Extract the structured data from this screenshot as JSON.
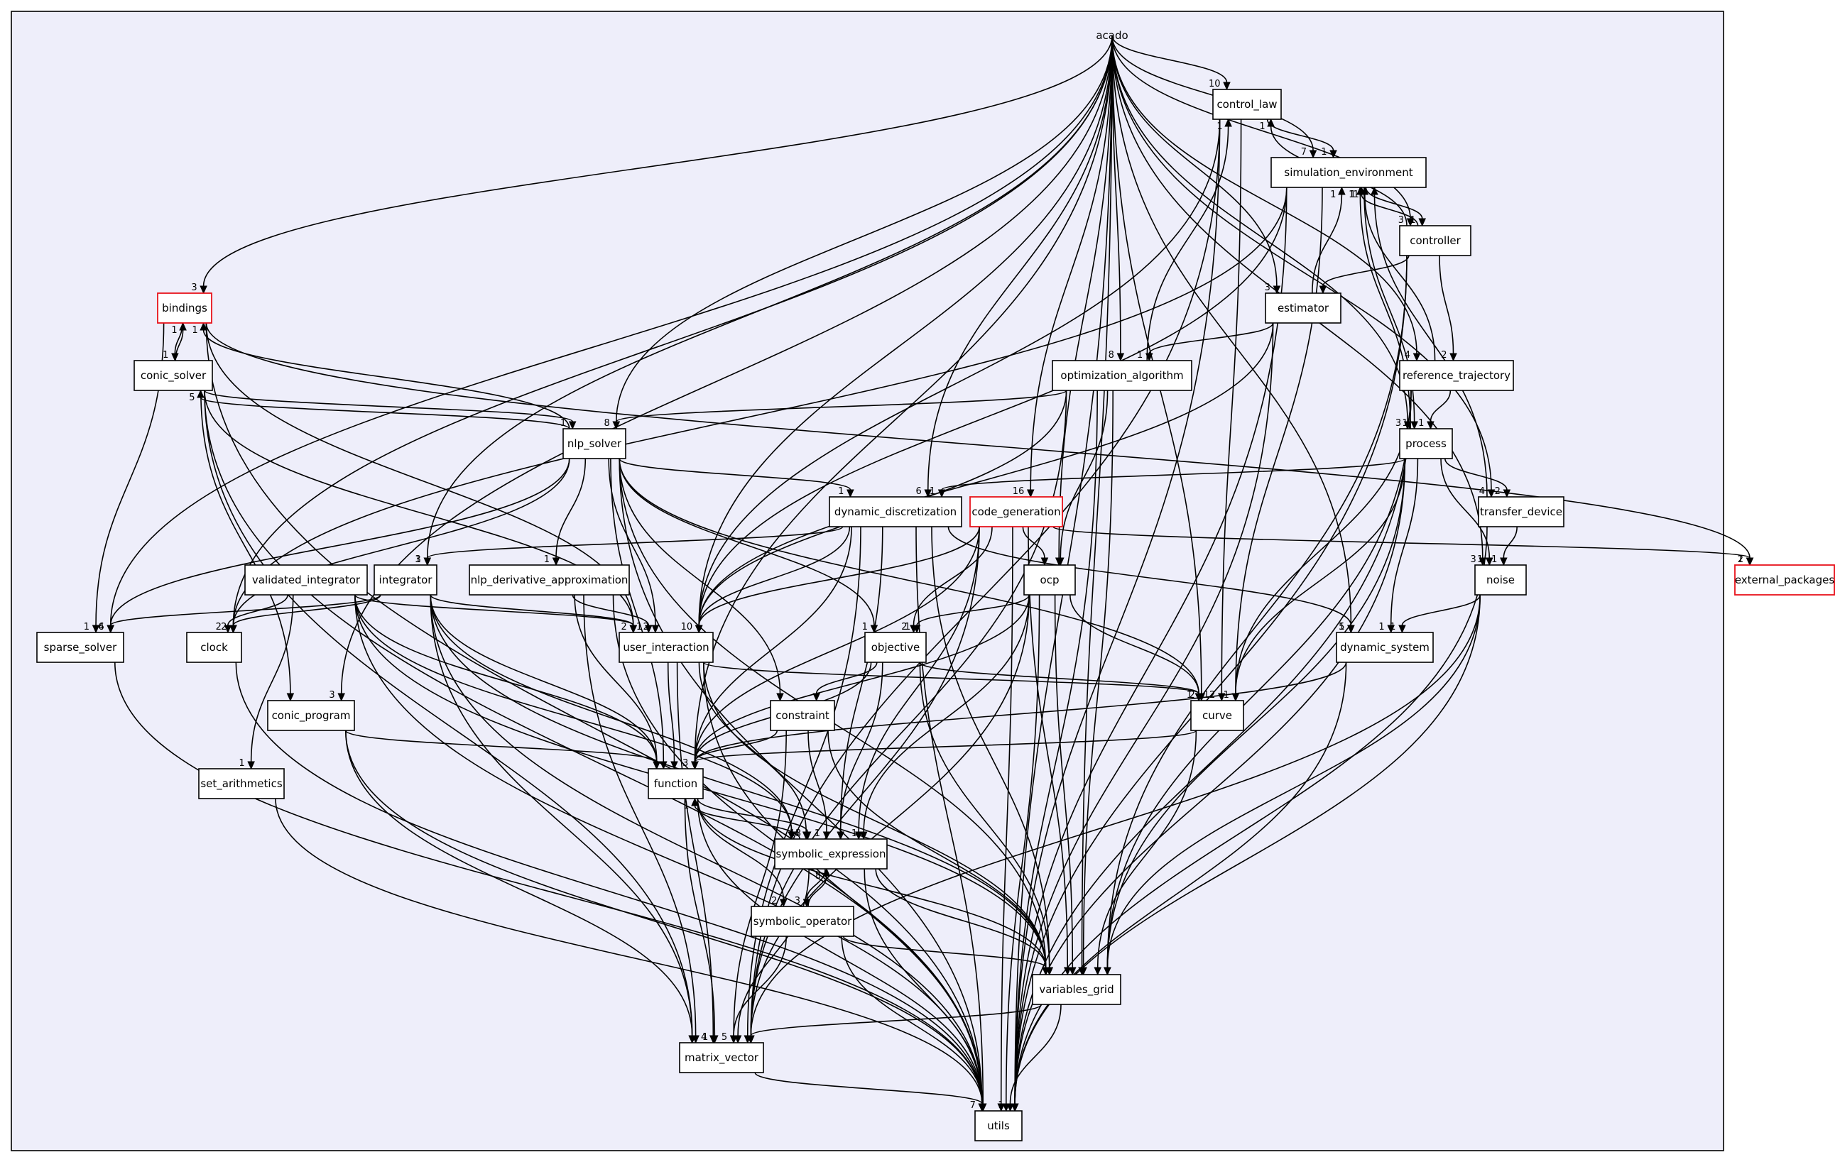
{
  "cluster": {
    "label": "acado"
  },
  "nodes": {
    "control_law": {
      "label": "control_law"
    },
    "simulation_environment": {
      "label": "simulation_environment"
    },
    "controller": {
      "label": "controller"
    },
    "estimator": {
      "label": "estimator"
    },
    "bindings": {
      "label": "bindings",
      "highlight": true
    },
    "conic_solver": {
      "label": "conic_solver"
    },
    "optimization_algorithm": {
      "label": "optimization_algorithm"
    },
    "reference_trajectory": {
      "label": "reference_trajectory"
    },
    "nlp_solver": {
      "label": "nlp_solver"
    },
    "process": {
      "label": "process"
    },
    "dynamic_discretization": {
      "label": "dynamic_discretization"
    },
    "code_generation": {
      "label": "code_generation",
      "highlight": true
    },
    "transfer_device": {
      "label": "transfer_device"
    },
    "validated_integrator": {
      "label": "validated_integrator"
    },
    "integrator": {
      "label": "integrator"
    },
    "nlp_derivative_approximation": {
      "label": "nlp_derivative_approximation"
    },
    "ocp": {
      "label": "ocp"
    },
    "noise": {
      "label": "noise"
    },
    "external_packages": {
      "label": "external_packages",
      "highlight": true
    },
    "sparse_solver": {
      "label": "sparse_solver"
    },
    "clock": {
      "label": "clock"
    },
    "user_interaction": {
      "label": "user_interaction"
    },
    "objective": {
      "label": "objective"
    },
    "dynamic_system": {
      "label": "dynamic_system"
    },
    "conic_program": {
      "label": "conic_program"
    },
    "constraint": {
      "label": "constraint"
    },
    "curve": {
      "label": "curve"
    },
    "set_arithmetics": {
      "label": "set_arithmetics"
    },
    "function": {
      "label": "function"
    },
    "symbolic_expression": {
      "label": "symbolic_expression"
    },
    "symbolic_operator": {
      "label": "symbolic_operator"
    },
    "variables_grid": {
      "label": "variables_grid"
    },
    "matrix_vector": {
      "label": "matrix_vector"
    },
    "utils": {
      "label": "utils"
    }
  },
  "edges": [
    {
      "from": "acado",
      "to": "control_law",
      "label": "10"
    },
    {
      "from": "acado",
      "to": "simulation_environment",
      "label": "7"
    },
    {
      "from": "acado",
      "to": "controller",
      "label": "3"
    },
    {
      "from": "acado",
      "to": "estimator",
      "label": "3"
    },
    {
      "from": "acado",
      "to": "bindings",
      "label": "3"
    },
    {
      "from": "acado",
      "to": "optimization_algorithm",
      "label": "8"
    },
    {
      "from": "acado",
      "to": "reference_trajectory",
      "label": "4"
    },
    {
      "from": "acado",
      "to": "nlp_solver",
      "label": "8"
    },
    {
      "from": "acado",
      "to": "process",
      "label": "3"
    },
    {
      "from": "acado",
      "to": "dynamic_discretization",
      "label": "6"
    },
    {
      "from": "acado",
      "to": "code_generation",
      "label": "16"
    },
    {
      "from": "acado",
      "to": "transfer_device",
      "label": "4"
    },
    {
      "from": "acado",
      "to": "integrator",
      "label": "3"
    },
    {
      "from": "acado",
      "to": "ocp",
      "label": ""
    },
    {
      "from": "acado",
      "to": "noise",
      "label": "3"
    },
    {
      "from": "acado",
      "to": "sparse_solver",
      "label": "4"
    },
    {
      "from": "acado",
      "to": "clock",
      "label": ""
    },
    {
      "from": "acado",
      "to": "user_interaction",
      "label": "10"
    },
    {
      "from": "acado",
      "to": "dynamic_system",
      "label": "5"
    },
    {
      "from": "acado",
      "to": "conic_program",
      "label": "3"
    },
    {
      "from": "acado",
      "to": "curve",
      "label": "2"
    },
    {
      "from": "acado",
      "to": "function",
      "label": ""
    },
    {
      "from": "acado",
      "to": "variables_grid",
      "label": ""
    },
    {
      "from": "acado",
      "to": "utils",
      "label": ""
    },
    {
      "from": "control_law",
      "to": "simulation_environment",
      "label": "1"
    },
    {
      "from": "control_law",
      "to": "user_interaction",
      "label": ""
    },
    {
      "from": "control_law",
      "to": "curve",
      "label": "12"
    },
    {
      "from": "control_law",
      "to": "matrix_vector",
      "label": ""
    },
    {
      "from": "control_law",
      "to": "utils",
      "label": ""
    },
    {
      "from": "simulation_environment",
      "to": "controller",
      "label": "1"
    },
    {
      "from": "simulation_environment",
      "to": "process",
      "label": "1"
    },
    {
      "from": "simulation_environment",
      "to": "clock",
      "label": ""
    },
    {
      "from": "simulation_environment",
      "to": "user_interaction",
      "label": ""
    },
    {
      "from": "simulation_environment",
      "to": "curve",
      "label": ""
    },
    {
      "from": "simulation_environment",
      "to": "utils",
      "label": ""
    },
    {
      "from": "controller",
      "to": "control_law",
      "label": "1"
    },
    {
      "from": "controller",
      "to": "simulation_environment",
      "label": "1"
    },
    {
      "from": "controller",
      "to": "estimator",
      "label": ""
    },
    {
      "from": "controller",
      "to": "reference_trajectory",
      "label": "2"
    },
    {
      "from": "controller",
      "to": "variables_grid",
      "label": ""
    },
    {
      "from": "controller",
      "to": "utils",
      "label": ""
    },
    {
      "from": "estimator",
      "to": "simulation_environment",
      "label": "1"
    },
    {
      "from": "estimator",
      "to": "optimization_algorithm",
      "label": "1"
    },
    {
      "from": "estimator",
      "to": "user_interaction",
      "label": ""
    },
    {
      "from": "estimator",
      "to": "utils",
      "label": ""
    },
    {
      "from": "bindings",
      "to": "conic_solver",
      "label": "1"
    },
    {
      "from": "bindings",
      "to": "sparse_solver",
      "label": "1"
    },
    {
      "from": "bindings",
      "to": "external_packages",
      "label": "1"
    },
    {
      "from": "bindings",
      "to": "user_interaction",
      "label": ""
    },
    {
      "from": "bindings",
      "to": "utils",
      "label": ""
    },
    {
      "from": "conic_solver",
      "to": "bindings",
      "label": "1"
    },
    {
      "from": "conic_solver",
      "to": "nlp_solver",
      "label": "1"
    },
    {
      "from": "conic_solver",
      "to": "conic_program",
      "label": ""
    },
    {
      "from": "conic_solver",
      "to": "user_interaction",
      "label": ""
    },
    {
      "from": "conic_solver",
      "to": "matrix_vector",
      "label": ""
    },
    {
      "from": "conic_solver",
      "to": "utils",
      "label": ""
    },
    {
      "from": "optimization_algorithm",
      "to": "control_law",
      "label": "1"
    },
    {
      "from": "optimization_algorithm",
      "to": "nlp_solver",
      "label": ""
    },
    {
      "from": "optimization_algorithm",
      "to": "user_interaction",
      "label": ""
    },
    {
      "from": "optimization_algorithm",
      "to": "ocp",
      "label": ""
    },
    {
      "from": "optimization_algorithm",
      "to": "variables_grid",
      "label": ""
    },
    {
      "from": "optimization_algorithm",
      "to": "matrix_vector",
      "label": ""
    },
    {
      "from": "optimization_algorithm",
      "to": "utils",
      "label": ""
    },
    {
      "from": "reference_trajectory",
      "to": "simulation_environment",
      "label": "1"
    },
    {
      "from": "reference_trajectory",
      "to": "process",
      "label": "1"
    },
    {
      "from": "reference_trajectory",
      "to": "curve",
      "label": "1"
    },
    {
      "from": "reference_trajectory",
      "to": "variables_grid",
      "label": ""
    },
    {
      "from": "reference_trajectory",
      "to": "utils",
      "label": ""
    },
    {
      "from": "nlp_solver",
      "to": "bindings",
      "label": "1"
    },
    {
      "from": "nlp_solver",
      "to": "conic_solver",
      "label": "5"
    },
    {
      "from": "nlp_solver",
      "to": "dynamic_discretization",
      "label": "1"
    },
    {
      "from": "nlp_solver",
      "to": "nlp_derivative_approximation",
      "label": "1"
    },
    {
      "from": "nlp_solver",
      "to": "sparse_solver",
      "label": "6"
    },
    {
      "from": "nlp_solver",
      "to": "clock",
      "label": "2"
    },
    {
      "from": "nlp_solver",
      "to": "user_interaction",
      "label": "2"
    },
    {
      "from": "nlp_solver",
      "to": "objective",
      "label": "1"
    },
    {
      "from": "nlp_solver",
      "to": "constraint",
      "label": ""
    },
    {
      "from": "nlp_solver",
      "to": "curve",
      "label": ""
    },
    {
      "from": "nlp_solver",
      "to": "function",
      "label": ""
    },
    {
      "from": "nlp_solver",
      "to": "variables_grid",
      "label": ""
    },
    {
      "from": "nlp_solver",
      "to": "utils",
      "label": ""
    },
    {
      "from": "process",
      "to": "simulation_environment",
      "label": "1"
    },
    {
      "from": "process",
      "to": "dynamic_discretization",
      "label": "1"
    },
    {
      "from": "process",
      "to": "transfer_device",
      "label": "2"
    },
    {
      "from": "process",
      "to": "noise",
      "label": "1"
    },
    {
      "from": "process",
      "to": "dynamic_system",
      "label": "1"
    },
    {
      "from": "process",
      "to": "curve",
      "label": ""
    },
    {
      "from": "process",
      "to": "variables_grid",
      "label": ""
    },
    {
      "from": "process",
      "to": "utils",
      "label": ""
    },
    {
      "from": "dynamic_discretization",
      "to": "integrator",
      "label": "1"
    },
    {
      "from": "dynamic_discretization",
      "to": "user_interaction",
      "label": ""
    },
    {
      "from": "dynamic_discretization",
      "to": "dynamic_system",
      "label": "1"
    },
    {
      "from": "dynamic_discretization",
      "to": "function",
      "label": ""
    },
    {
      "from": "dynamic_discretization",
      "to": "symbolic_expression",
      "label": ""
    },
    {
      "from": "dynamic_discretization",
      "to": "variables_grid",
      "label": ""
    },
    {
      "from": "dynamic_discretization",
      "to": "matrix_vector",
      "label": ""
    },
    {
      "from": "dynamic_discretization",
      "to": "utils",
      "label": ""
    },
    {
      "from": "code_generation",
      "to": "ocp",
      "label": ""
    },
    {
      "from": "code_generation",
      "to": "external_packages",
      "label": "2"
    },
    {
      "from": "code_generation",
      "to": "user_interaction",
      "label": ""
    },
    {
      "from": "code_generation",
      "to": "objective",
      "label": "2"
    },
    {
      "from": "code_generation",
      "to": "function",
      "label": ""
    },
    {
      "from": "code_generation",
      "to": "symbolic_expression",
      "label": ""
    },
    {
      "from": "code_generation",
      "to": "variables_grid",
      "label": ""
    },
    {
      "from": "code_generation",
      "to": "matrix_vector",
      "label": ""
    },
    {
      "from": "code_generation",
      "to": "utils",
      "label": ""
    },
    {
      "from": "transfer_device",
      "to": "simulation_environment",
      "label": ""
    },
    {
      "from": "transfer_device",
      "to": "noise",
      "label": "1"
    },
    {
      "from": "transfer_device",
      "to": "utils",
      "label": ""
    },
    {
      "from": "validated_integrator",
      "to": "clock",
      "label": "2"
    },
    {
      "from": "validated_integrator",
      "to": "set_arithmetics",
      "label": "1"
    },
    {
      "from": "validated_integrator",
      "to": "user_interaction",
      "label": ""
    },
    {
      "from": "validated_integrator",
      "to": "function",
      "label": ""
    },
    {
      "from": "validated_integrator",
      "to": "symbolic_expression",
      "label": ""
    },
    {
      "from": "validated_integrator",
      "to": "variables_grid",
      "label": ""
    },
    {
      "from": "validated_integrator",
      "to": "utils",
      "label": ""
    },
    {
      "from": "integrator",
      "to": "sparse_solver",
      "label": ""
    },
    {
      "from": "integrator",
      "to": "clock",
      "label": ""
    },
    {
      "from": "integrator",
      "to": "user_interaction",
      "label": "2"
    },
    {
      "from": "integrator",
      "to": "function",
      "label": ""
    },
    {
      "from": "integrator",
      "to": "symbolic_expression",
      "label": ""
    },
    {
      "from": "integrator",
      "to": "variables_grid",
      "label": ""
    },
    {
      "from": "integrator",
      "to": "matrix_vector",
      "label": ""
    },
    {
      "from": "integrator",
      "to": "utils",
      "label": ""
    },
    {
      "from": "nlp_derivative_approximation",
      "to": "user_interaction",
      "label": "1"
    },
    {
      "from": "nlp_derivative_approximation",
      "to": "function",
      "label": ""
    },
    {
      "from": "nlp_derivative_approximation",
      "to": "matrix_vector",
      "label": ""
    },
    {
      "from": "nlp_derivative_approximation",
      "to": "utils",
      "label": ""
    },
    {
      "from": "ocp",
      "to": "objective",
      "label": "1"
    },
    {
      "from": "ocp",
      "to": "curve",
      "label": ""
    },
    {
      "from": "ocp",
      "to": "function",
      "label": ""
    },
    {
      "from": "ocp",
      "to": "symbolic_expression",
      "label": "1"
    },
    {
      "from": "ocp",
      "to": "variables_grid",
      "label": ""
    },
    {
      "from": "ocp",
      "to": "matrix_vector",
      "label": ""
    },
    {
      "from": "ocp",
      "to": "utils",
      "label": ""
    },
    {
      "from": "noise",
      "to": "dynamic_system",
      "label": "1"
    },
    {
      "from": "noise",
      "to": "variables_grid",
      "label": ""
    },
    {
      "from": "noise",
      "to": "matrix_vector",
      "label": ""
    },
    {
      "from": "noise",
      "to": "utils",
      "label": ""
    },
    {
      "from": "sparse_solver",
      "to": "utils",
      "label": ""
    },
    {
      "from": "clock",
      "to": "utils",
      "label": ""
    },
    {
      "from": "user_interaction",
      "to": "function",
      "label": ""
    },
    {
      "from": "user_interaction",
      "to": "curve",
      "label": ""
    },
    {
      "from": "user_interaction",
      "to": "symbolic_expression",
      "label": "4"
    },
    {
      "from": "user_interaction",
      "to": "variables_grid",
      "label": ""
    },
    {
      "from": "user_interaction",
      "to": "matrix_vector",
      "label": "4"
    },
    {
      "from": "user_interaction",
      "to": "utils",
      "label": ""
    },
    {
      "from": "objective",
      "to": "constraint",
      "label": ""
    },
    {
      "from": "objective",
      "to": "curve",
      "label": "1"
    },
    {
      "from": "objective",
      "to": "function",
      "label": ""
    },
    {
      "from": "objective",
      "to": "symbolic_expression",
      "label": ""
    },
    {
      "from": "objective",
      "to": "variables_grid",
      "label": ""
    },
    {
      "from": "dynamic_system",
      "to": "function",
      "label": ""
    },
    {
      "from": "dynamic_system",
      "to": "utils",
      "label": ""
    },
    {
      "from": "conic_program",
      "to": "function",
      "label": ""
    },
    {
      "from": "conic_program",
      "to": "matrix_vector",
      "label": ""
    },
    {
      "from": "conic_program",
      "to": "utils",
      "label": ""
    },
    {
      "from": "constraint",
      "to": "function",
      "label": "3"
    },
    {
      "from": "constraint",
      "to": "symbolic_expression",
      "label": "1"
    },
    {
      "from": "constraint",
      "to": "variables_grid",
      "label": ""
    },
    {
      "from": "constraint",
      "to": "matrix_vector",
      "label": ""
    },
    {
      "from": "curve",
      "to": "function",
      "label": ""
    },
    {
      "from": "curve",
      "to": "variables_grid",
      "label": ""
    },
    {
      "from": "set_arithmetics",
      "to": "utils",
      "label": ""
    },
    {
      "from": "function",
      "to": "symbolic_expression",
      "label": "13"
    },
    {
      "from": "function",
      "to": "symbolic_operator",
      "label": "2"
    },
    {
      "from": "function",
      "to": "variables_grid",
      "label": ""
    },
    {
      "from": "function",
      "to": "matrix_vector",
      "label": "1"
    },
    {
      "from": "function",
      "to": "utils",
      "label": ""
    },
    {
      "from": "symbolic_expression",
      "to": "function",
      "label": "1"
    },
    {
      "from": "symbolic_expression",
      "to": "symbolic_operator",
      "label": "3"
    },
    {
      "from": "symbolic_expression",
      "to": "variables_grid",
      "label": ""
    },
    {
      "from": "symbolic_expression",
      "to": "matrix_vector",
      "label": ""
    },
    {
      "from": "symbolic_expression",
      "to": "utils",
      "label": ""
    },
    {
      "from": "symbolic_operator",
      "to": "symbolic_expression",
      "label": "8"
    },
    {
      "from": "symbolic_operator",
      "to": "variables_grid",
      "label": ""
    },
    {
      "from": "symbolic_operator",
      "to": "matrix_vector",
      "label": "5"
    },
    {
      "from": "symbolic_operator",
      "to": "utils",
      "label": ""
    },
    {
      "from": "variables_grid",
      "to": "matrix_vector",
      "label": ""
    },
    {
      "from": "variables_grid",
      "to": "utils",
      "label": "1"
    },
    {
      "from": "matrix_vector",
      "to": "utils",
      "label": "7"
    }
  ]
}
